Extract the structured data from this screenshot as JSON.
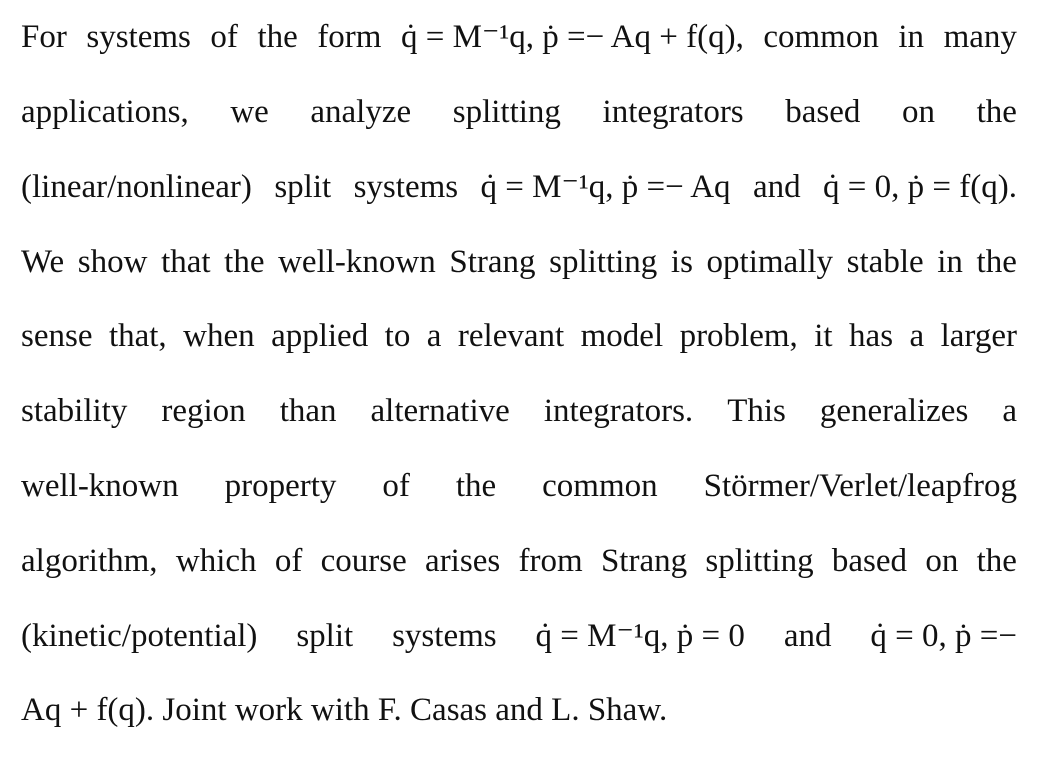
{
  "lines": [
    {
      "words": [
        "For",
        "systems",
        "of",
        "the",
        "form",
        "q̇ = M⁻¹q, ṗ =− Aq + f(q),",
        "common",
        "in",
        "many"
      ]
    },
    {
      "words": [
        "applications,",
        "we",
        "analyze",
        "splitting",
        "integrators",
        "based",
        "on",
        "the"
      ]
    },
    {
      "words": [
        "(linear/nonlinear)",
        "split",
        "systems",
        "q̇ = M⁻¹q, ṗ =− Aq",
        "and",
        "q̇ = 0, ṗ = f(q)."
      ]
    },
    {
      "words": [
        "We",
        "show",
        "that",
        "the",
        "well-known",
        "Strang",
        "splitting",
        "is",
        "optimally",
        "stable",
        "in",
        "the"
      ]
    },
    {
      "words": [
        "sense",
        "that,",
        "when",
        "applied",
        "to",
        "a",
        "relevant",
        "model",
        "problem,",
        "it",
        "has",
        "a",
        "larger"
      ]
    },
    {
      "words": [
        "stability",
        "region",
        "than",
        "alternative",
        "integrators.",
        "This",
        "generalizes",
        "a"
      ]
    },
    {
      "words": [
        "well-known",
        "property",
        "of",
        "the",
        "common",
        "Störmer/Verlet/leapfrog"
      ]
    },
    {
      "words": [
        "algorithm,",
        "which",
        "of",
        "course",
        "arises",
        "from",
        "Strang",
        "splitting",
        "based",
        "on",
        "the"
      ]
    },
    {
      "words": [
        "(kinetic/potential)",
        "split",
        "systems",
        "q̇ = M⁻¹q, ṗ = 0",
        "and",
        "q̇ = 0, ṗ =−"
      ]
    },
    {
      "text": "Aq + f(q). Joint work with F. Casas and L. Shaw."
    }
  ]
}
